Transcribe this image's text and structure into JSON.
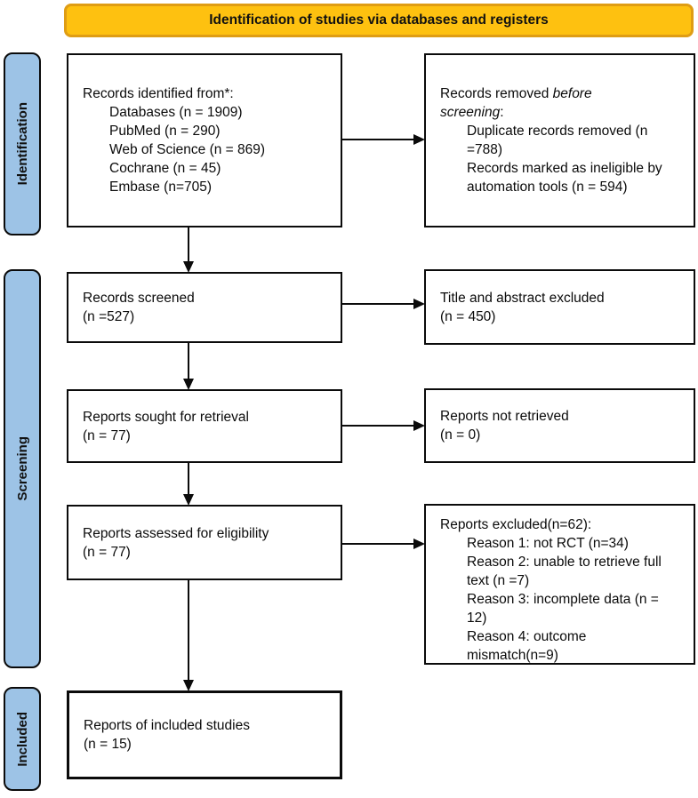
{
  "banner": {
    "label": "Identification of studies via databases and registers"
  },
  "stages": {
    "identification": "Identification",
    "screening": "Screening",
    "included": "Included"
  },
  "colors": {
    "banner_fill": "#FEC110",
    "banner_border": "#DF9D14",
    "stage_fill": "#9DC3E6",
    "box_border": "#000000",
    "text": "#0B0B0B"
  },
  "boxes": {
    "records_identified": {
      "title": "Records identified from*:",
      "items": [
        "Databases (n = 1909)",
        "PubMed (n = 290)",
        "Web of Science (n = 869)",
        "Cochrane (n = 45)",
        "Embase (n=705)"
      ]
    },
    "records_removed": {
      "title_head": "Records removed ",
      "title_italic": "before screening",
      "title_tail": ":",
      "items": [
        "Duplicate records removed (n =788)",
        "Records marked as ineligible by automation tools (n = 594)"
      ]
    },
    "records_screened": {
      "line1": "Records screened",
      "line2": "(n =527)"
    },
    "title_abstract_excluded": {
      "line1": "Title and abstract excluded",
      "line2": "(n = 450)"
    },
    "reports_sought": {
      "line1": "Reports sought for retrieval",
      "line2": "(n = 77)"
    },
    "reports_not_retrieved": {
      "line1": "Reports not retrieved",
      "line2": "(n = 0)"
    },
    "reports_assessed": {
      "line1": "Reports assessed for eligibility",
      "line2": "(n = 77)"
    },
    "reports_excluded": {
      "title": "Reports excluded(n=62):",
      "items": [
        "Reason 1: not RCT (n=34)",
        "Reason 2: unable to retrieve full text (n =7)",
        "Reason 3: incomplete data (n = 12)",
        "Reason 4: outcome mismatch(n=9)"
      ]
    },
    "included_studies": {
      "line1": "Reports of included studies",
      "line2": "(n = 15)"
    }
  }
}
